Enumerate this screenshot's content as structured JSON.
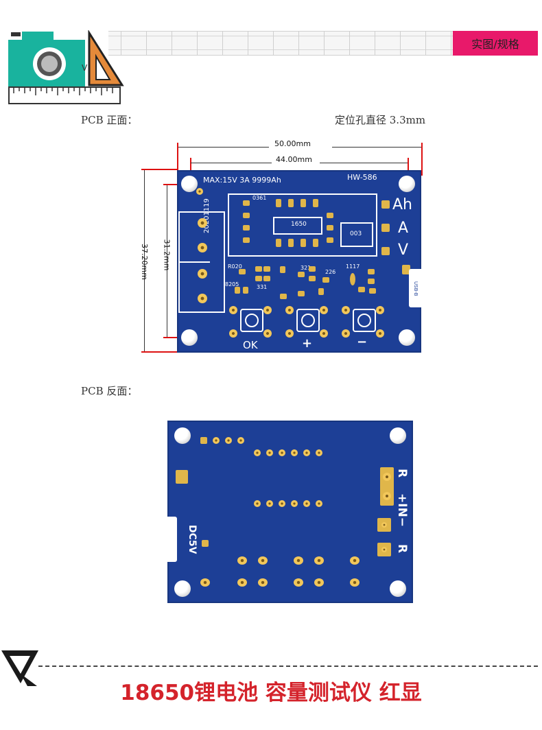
{
  "header": {
    "tag_label": "实图/规格",
    "logo_letter": "V"
  },
  "front": {
    "section_label": "PCB 正面：",
    "hole_note": "定位孔直径 3.3mm",
    "dim_outer_width": "50.00mm",
    "dim_inner_width": "44.00mm",
    "dim_outer_height": "37.20mm",
    "dim_inner_height": "31.2mm",
    "silk_title": "MAX:15V 3A 9999Ah",
    "silk_model": "HW-586",
    "silk_date": "20201119",
    "silk_chip": "1650",
    "silk_disp": "003",
    "silk_0361": "0361",
    "silk_r020": "R020",
    "silk_8205": "8205",
    "silk_321": "321",
    "silk_331": "331",
    "silk_226": "226",
    "silk_1117": "1117",
    "silk_usb": "USB-B",
    "unit_ah": "Ah",
    "unit_a": "A",
    "unit_v": "V",
    "btn_ok": "OK",
    "btn_plus": "+",
    "btn_minus": "−"
  },
  "back": {
    "section_label": "PCB 反面：",
    "silk_r_top": "R",
    "silk_in": "+IN−",
    "silk_r_bottom": "R",
    "silk_dc": "DC5V"
  },
  "footer": {
    "title": "18650锂电池 容量测试仪 红显"
  }
}
